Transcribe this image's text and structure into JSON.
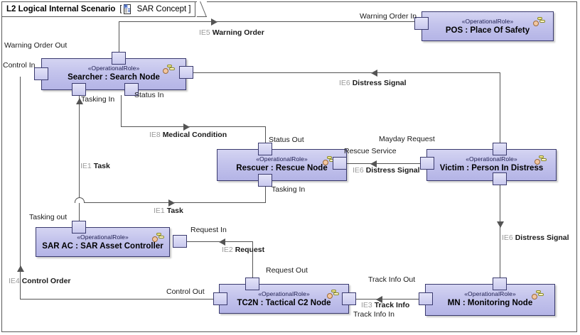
{
  "frame": {
    "title": "L2 Logical Internal Scenario",
    "bracket_open": "[",
    "diagram_icon": "document-icon",
    "diagram_name": "SAR Concept",
    "bracket_close": "]"
  },
  "stereotype": "«OperationalRole»",
  "nodes": [
    {
      "id": "pos",
      "name": "POS : Place Of Safety",
      "stereotype": "«OperationalRole»"
    },
    {
      "id": "searcher",
      "name": "Searcher : Search Node",
      "stereotype": "«OperationalRole»"
    },
    {
      "id": "rescuer",
      "name": "Rescuer : Rescue Node",
      "stereotype": "«OperationalRole»"
    },
    {
      "id": "victim",
      "name": "Victim : Person In Distress",
      "stereotype": "«OperationalRole»"
    },
    {
      "id": "sarac",
      "name": "SAR AC : SAR Asset Controller",
      "stereotype": "«OperationalRole»"
    },
    {
      "id": "tc2n",
      "name": "TC2N : Tactical C2 Node",
      "stereotype": "«OperationalRole»"
    },
    {
      "id": "mn",
      "name": "MN : Monitoring Node",
      "stereotype": "«OperationalRole»"
    }
  ],
  "ports": [
    {
      "id": "p-warning-order-in",
      "label": "Warning Order In"
    },
    {
      "id": "p-warning-order-out",
      "label": "Warning Order Out"
    },
    {
      "id": "p-control-in",
      "label": "Control In"
    },
    {
      "id": "p-tasking-in-s",
      "label": "Tasking In"
    },
    {
      "id": "p-status-in",
      "label": "Status In"
    },
    {
      "id": "p-status-out",
      "label": "Status Out"
    },
    {
      "id": "p-rescue-service",
      "label": "Rescue Service"
    },
    {
      "id": "p-mayday-request",
      "label": "Mayday Request"
    },
    {
      "id": "p-tasking-in-r",
      "label": "Tasking In"
    },
    {
      "id": "p-tasking-out",
      "label": "Tasking out"
    },
    {
      "id": "p-request-in",
      "label": "Request In"
    },
    {
      "id": "p-request-out",
      "label": "Request Out"
    },
    {
      "id": "p-control-out",
      "label": "Control Out"
    },
    {
      "id": "p-track-info-out",
      "label": "Track Info Out"
    },
    {
      "id": "p-track-info-in",
      "label": "Track Info In"
    }
  ],
  "connectors": [
    {
      "id": "ie5",
      "ie": "IE5",
      "name": "Warning Order",
      "label": "IE5 Warning Order"
    },
    {
      "id": "ie6a",
      "ie": "IE6",
      "name": "Distress Signal",
      "label": "IE6 Distress Signal"
    },
    {
      "id": "ie8",
      "ie": "IE8",
      "name": "Medical Condition",
      "label": "IE8 Medical Condition"
    },
    {
      "id": "ie1a",
      "ie": "IE1",
      "name": "Task",
      "label": "IE1 Task"
    },
    {
      "id": "ie1b",
      "ie": "IE1",
      "name": "Task",
      "label": "IE1 Task"
    },
    {
      "id": "ie6b",
      "ie": "IE6",
      "name": "Distress Signal",
      "label": "IE6 Distress Signal"
    },
    {
      "id": "ie6c",
      "ie": "IE6",
      "name": "Distress Signal",
      "label": "IE6 Distress Signal"
    },
    {
      "id": "ie2",
      "ie": "IE2",
      "name": "Request",
      "label": "IE2 Request"
    },
    {
      "id": "ie3",
      "ie": "IE3",
      "name": "Track Info",
      "label": "IE3 Track Info"
    },
    {
      "id": "ie4",
      "ie": "IE4",
      "name": "Control Order",
      "label": "IE4 Control Order"
    }
  ],
  "colors": {
    "node_fill": "#c3c3ec",
    "node_border": "#3a3a6e",
    "line": "#545454",
    "frame_border": "#5a5a5a",
    "ie_prefix": "#9a9a9a"
  }
}
